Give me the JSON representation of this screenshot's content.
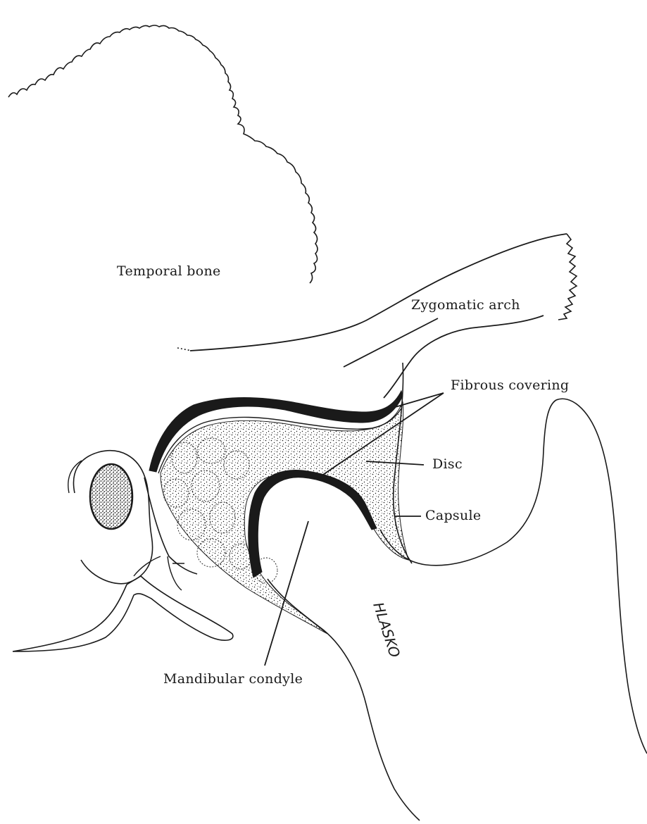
{
  "labels": {
    "temporal_bone": "Temporal bone",
    "zygomatic_arch": "Zygomatic arch",
    "fibrous_covering": "Fibrous covering",
    "disc": "Disc",
    "capsule": "Capsule",
    "mandibular_condyle": "Mandibular condyle"
  },
  "signature": {
    "text": "HLASKO"
  },
  "colors": {
    "ink": "#1a1a1a",
    "background": "#ffffff"
  }
}
